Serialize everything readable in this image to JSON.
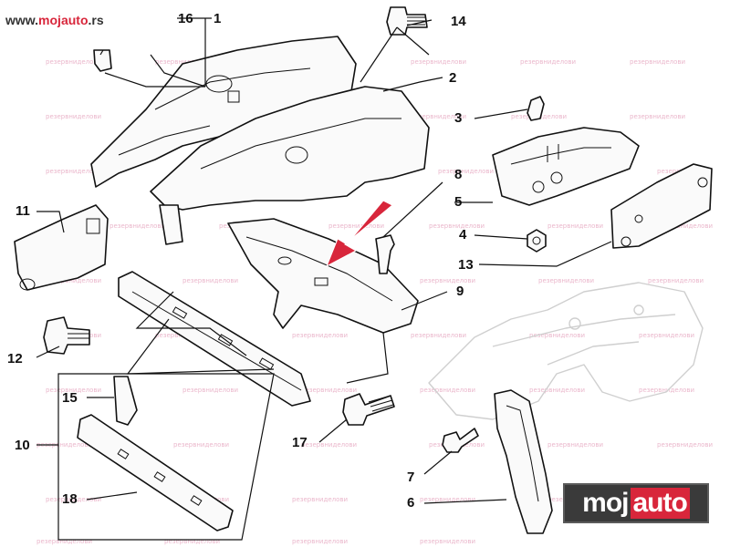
{
  "site": {
    "prefix": "www.",
    "brand_a": "moj",
    "brand_b": "auto",
    "suffix": ".rs"
  },
  "logo": {
    "word1": "moj",
    "word2": "auto"
  },
  "watermark_text": "резервниделови",
  "callouts": [
    {
      "id": "16",
      "label": "16"
    },
    {
      "id": "1",
      "label": "1"
    },
    {
      "id": "14",
      "label": "14"
    },
    {
      "id": "2",
      "label": "2"
    },
    {
      "id": "3",
      "label": "3"
    },
    {
      "id": "8",
      "label": "8"
    },
    {
      "id": "5",
      "label": "5"
    },
    {
      "id": "11",
      "label": "11"
    },
    {
      "id": "4",
      "label": "4"
    },
    {
      "id": "13",
      "label": "13"
    },
    {
      "id": "9",
      "label": "9"
    },
    {
      "id": "12",
      "label": "12"
    },
    {
      "id": "15",
      "label": "15"
    },
    {
      "id": "10",
      "label": "10"
    },
    {
      "id": "17",
      "label": "17"
    },
    {
      "id": "7",
      "label": "7"
    },
    {
      "id": "18",
      "label": "18"
    },
    {
      "id": "6",
      "label": "6"
    }
  ],
  "colors": {
    "highlight_arrow": "#d8263b",
    "watermark": "#d97aa0",
    "logo_bg": "#3a3a3a"
  }
}
